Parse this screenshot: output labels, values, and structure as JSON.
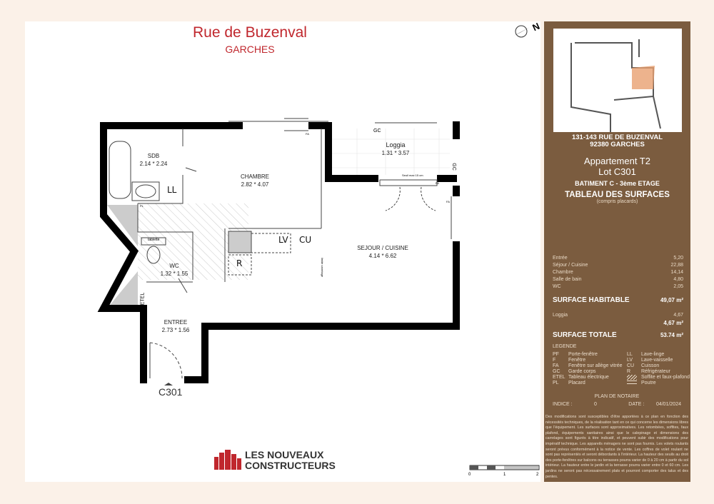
{
  "header": {
    "street": "Rue de Buzenval",
    "city": "GARCHES",
    "north": "N"
  },
  "rooms": [
    {
      "name": "SDB",
      "dims": "2.14 * 2.24"
    },
    {
      "name": "CHAMBRE",
      "dims": "2.82 * 4.07"
    },
    {
      "name": "Loggia",
      "dims": "1.31 * 3.57"
    },
    {
      "name": "SEJOUR / CUISINE",
      "dims": "4.14 * 6.62"
    },
    {
      "name": "WC",
      "dims": "1.32 * 1.55"
    },
    {
      "name": "ENTREE",
      "dims": "2.73 * 1.56"
    }
  ],
  "plan_labels": {
    "ll": "LL",
    "lv": "LV",
    "cu": "CU",
    "r": "R",
    "gc1": "GC",
    "gc2": "GC",
    "fa1": "FA",
    "fa2": "FA",
    "fa3": "FA",
    "pl": "PL",
    "tablette": "tablette",
    "etel": "ETEL",
    "seuil": "Seuil max 15 cm",
    "limite": "limite carrelage",
    "lot": "C301"
  },
  "scale": {
    "t0": "0",
    "t1": "1",
    "t2": "2"
  },
  "logo": {
    "line1": "LES NOUVEAUX",
    "line2": "CONSTRUCTEURS"
  },
  "panel": {
    "address1": "131-143 RUE DE BUZENVAL",
    "address2": "92380 GARCHES",
    "apt": "Appartement T2",
    "lot": "Lot C301",
    "building": "BATIMENT C - 3ème ETAGE",
    "table_title": "TABLEAU DES SURFACES",
    "table_sub": "(compris placards)",
    "surfaces": [
      {
        "label": "Entrée",
        "value": "5,20"
      },
      {
        "label": "Séjour / Cuisine",
        "value": "22,88"
      },
      {
        "label": "Chambre",
        "value": "14,14"
      },
      {
        "label": "Salle de bain",
        "value": "4,80"
      },
      {
        "label": "WC",
        "value": "2,05"
      }
    ],
    "habitable_label": "SURFACE HABITABLE",
    "habitable_value": "49,07 m²",
    "loggia_label": "Loggia",
    "loggia_value": "4,67",
    "annex_total": "4,67 m²",
    "total_label": "SURFACE TOTALE",
    "total_value": "53.74 m²",
    "legend_title": "LEGENDE",
    "legend": [
      [
        "PF",
        "Porte-fenêtre",
        "LL",
        "Lave-linge"
      ],
      [
        "F",
        "Fenêtre",
        "LV",
        "Lave-vaisselle"
      ],
      [
        "FA",
        "Fenêtre  sur allège vitrée",
        "CU",
        "Cuisson"
      ],
      [
        "GC",
        "Garde corps",
        "R",
        "Réfrigérateur"
      ],
      [
        "ETEL",
        "Tableau électrique",
        "",
        "Soffite et faux-plafond"
      ],
      [
        "PL",
        "Placard",
        "",
        "Poutre"
      ]
    ],
    "notaire": "PLAN DE NOTAIRE",
    "indice_label": "INDICE :",
    "indice": "0",
    "date_label": "DATE :",
    "date": "04/01/2024",
    "disclaimer": "Des modifications sont susceptibles d'être apportées à ce plan en fonction des nécessités techniques, de la réalisation tant en ce qui concerne les dimensions libres que l'équipement. Les surfaces sont approximatives. Les retombées, soffites, faux plafond, équipements sanitaires ainsi que le calepinage et dimensions des carrelages sont figurés à titre indicatif, et peuvent subir des modifications pour impératif technique. Les appareils ménagers ne sont pas fournis. Les volets roulants seront prévus conformément à la notice de vente. Les coffres de volet roulant ne sont pas représentés et seront débordants à l'intérieur. La hauteur des seuils au droit des porte-fenêtres sur balcons ou terrasses pourra varier de 0 à 20 cm à partir du sol intérieur. La hauteur entre le jardin et la terrasse pourra varier entre 0 et 60 cm. Les jardins ne seront pas nécessairement plats et pourront comporter des talus et des pentes."
  },
  "colors": {
    "panel": "#7b5c3f",
    "title": "#c0272d",
    "unit": "#e8a070"
  }
}
